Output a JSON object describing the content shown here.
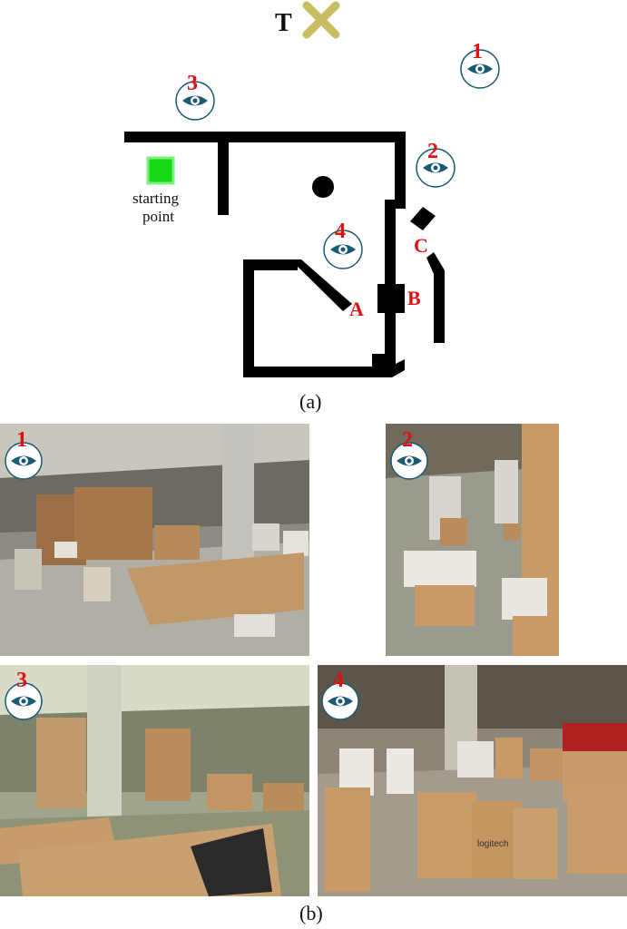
{
  "map": {
    "target_label": "T",
    "start_label_line1": "starting",
    "start_label_line2": "point",
    "door_labels": {
      "a": "A",
      "b": "B",
      "c": "C"
    },
    "viewpoints": [
      {
        "id": "1"
      },
      {
        "id": "2"
      },
      {
        "id": "3"
      },
      {
        "id": "4"
      }
    ],
    "caption": "(a)"
  },
  "photos": {
    "items": [
      {
        "id": "1"
      },
      {
        "id": "2"
      },
      {
        "id": "3"
      },
      {
        "id": "4"
      }
    ],
    "caption": "(b)"
  },
  "colors": {
    "wall": "#000000",
    "target": "#c8bd62",
    "start": "#18d818",
    "label_red": "#e01010",
    "eye": "#1a5a72"
  },
  "photo4_brand": "logitech"
}
